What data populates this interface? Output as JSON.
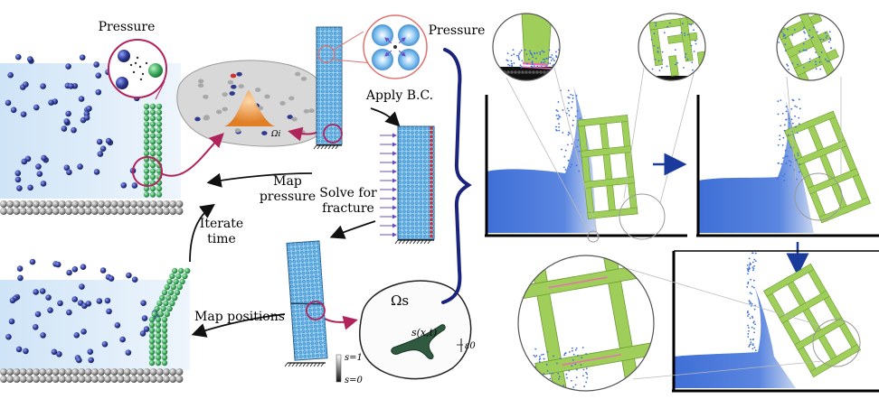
{
  "labels": {
    "pressure_left": "Pressure",
    "pressure_right": "Pressure",
    "apply_bc": "Apply B.C.",
    "map_pressure": "Map\npressure",
    "solve_fracture": "Solve for\nfracture",
    "iterate_time": "Iterate\ntime",
    "map_positions": "Map positions",
    "omega_s": "Ωs",
    "omega_i": "Ωi",
    "phase_field": "s(x,t)",
    "epsilon": "ε0",
    "legend_top": "s=1",
    "legend_bottom": "s=0"
  },
  "colors": {
    "particle_blue": "#2e3a8f",
    "particle_green": "#3aa85a",
    "arrow_magenta": "#b0245c",
    "brace_navy": "#1a237e",
    "frame_green": "#9fcf5a",
    "crack_pink": "#e86fb0",
    "fluid_blue": "#3f6fd6",
    "arrow_blue": "#1a3a9c"
  }
}
